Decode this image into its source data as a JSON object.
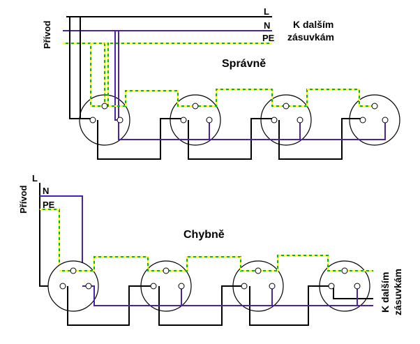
{
  "top": {
    "feed_label": "Přívod",
    "line_L": "L",
    "line_N": "N",
    "line_PE": "PE",
    "to_more_line1": "K dalším",
    "to_more_line2": "zásuvkám",
    "verdict": "Správně"
  },
  "bottom": {
    "feed_label": "Přívod",
    "line_L": "L",
    "line_N": "N",
    "line_PE": "PE",
    "to_more_line1": "K dalším",
    "to_more_line2": "zásuvkám",
    "verdict": "Chybně"
  },
  "colors": {
    "phase": "#000000",
    "neutral": "#4b1fb0",
    "pe_green": "#00c000",
    "pe_yellow": "#ffff00"
  }
}
